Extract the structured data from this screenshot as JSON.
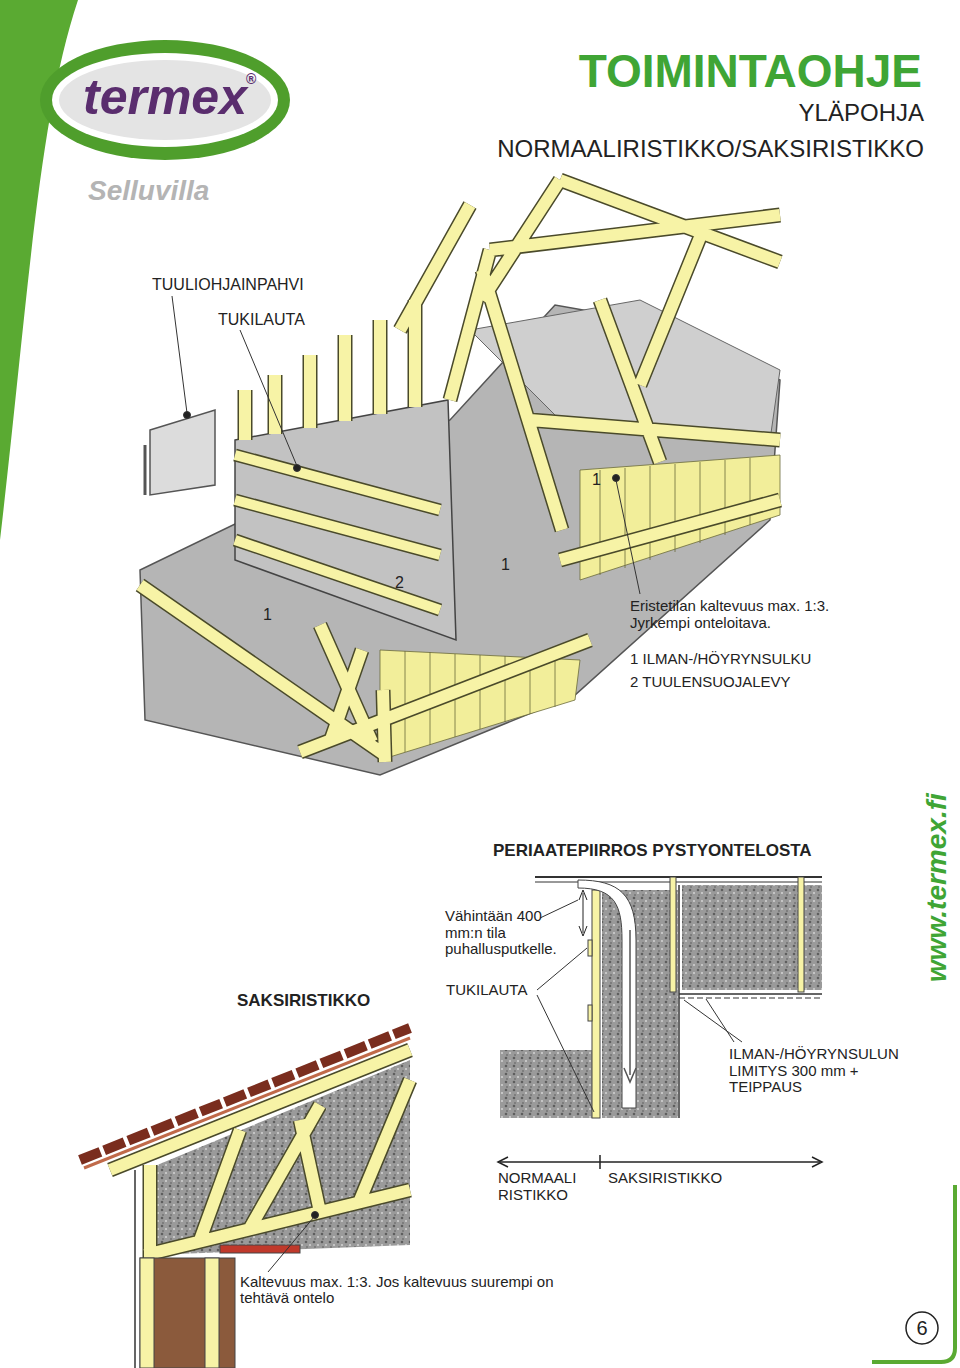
{
  "diagram": {
    "title": "TOIMINTAOHJE",
    "labels": [
      "YLÄPOHJA",
      "NORMAALIRISTIKKO/SAKSIRISTIKKO",
      "termex",
      "®",
      "Selluvilla",
      "TUULIOHJAINPAHVI",
      "TUKILAUTA",
      "1",
      "2",
      "1",
      "1",
      "Eristetilan kaltevuus max. 1:3. Jyrkempi onteloitava.",
      "1 ILMAN-/HÖYRYNSULKU",
      "2 TUULENSUOJALEVY",
      "www.termex.fi",
      "PERIAATEPIIRROS PYSTYONTELOSTA",
      "Vähintään 400 mm:n tila puhallusputkelle.",
      "SAKSIRISTIKKO",
      "TUKILAUTA",
      "ILMAN-/HÖYRYNSULUN LIMITYS 300 mm + TEIPPAUS",
      "NORMAALI RISTIKKO",
      "SAKSIRISTIKKO",
      "Kaltevuus max. 1:3. Jos kaltevuus suurempi on tehtävä ontelo",
      "6"
    ]
  }
}
